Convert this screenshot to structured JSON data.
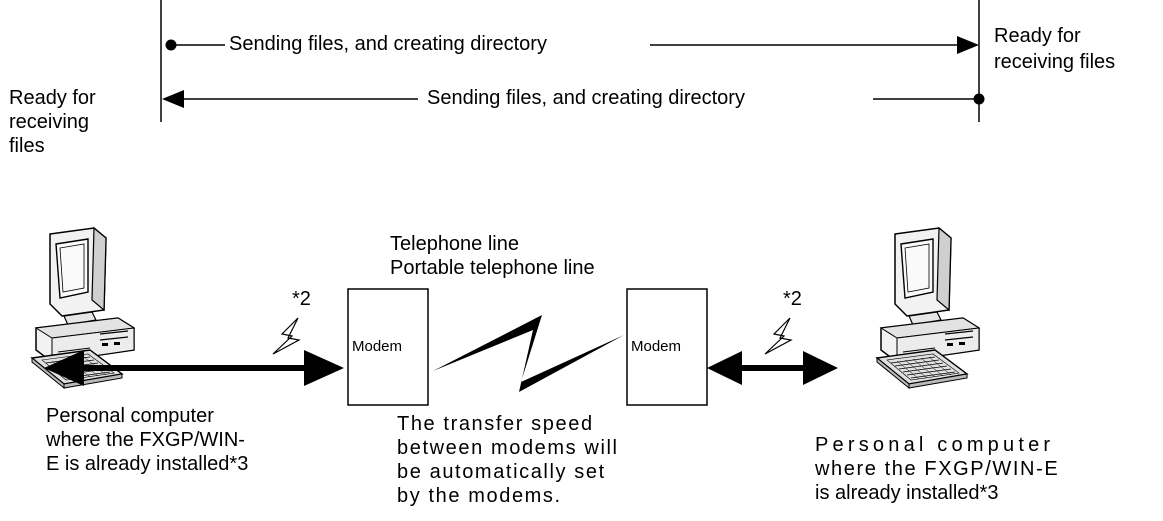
{
  "top_flow": {
    "arrow_right_label": "Sending files, and creating directory",
    "arrow_left_label": "Sending files, and creating directory",
    "left_status": [
      "Ready for",
      "receiving",
      "files"
    ],
    "right_status": [
      "Ready for",
      "receiving files"
    ]
  },
  "network": {
    "line_labels": [
      "Telephone line",
      "Portable telephone line"
    ],
    "left_modem_label": "Modem",
    "right_modem_label": "Modem",
    "left_link_note": "*2",
    "right_link_note": "*2",
    "speed_note": [
      "The transfer speed",
      "between modems will",
      "be automatically set",
      "by the modems."
    ]
  },
  "computers": {
    "left_caption": [
      "Personal computer",
      "where the FXGP/WIN-",
      "E is already installed*3"
    ],
    "right_caption": [
      "Personal computer",
      "where the FXGP/WIN-E",
      "is already installed*3"
    ]
  }
}
